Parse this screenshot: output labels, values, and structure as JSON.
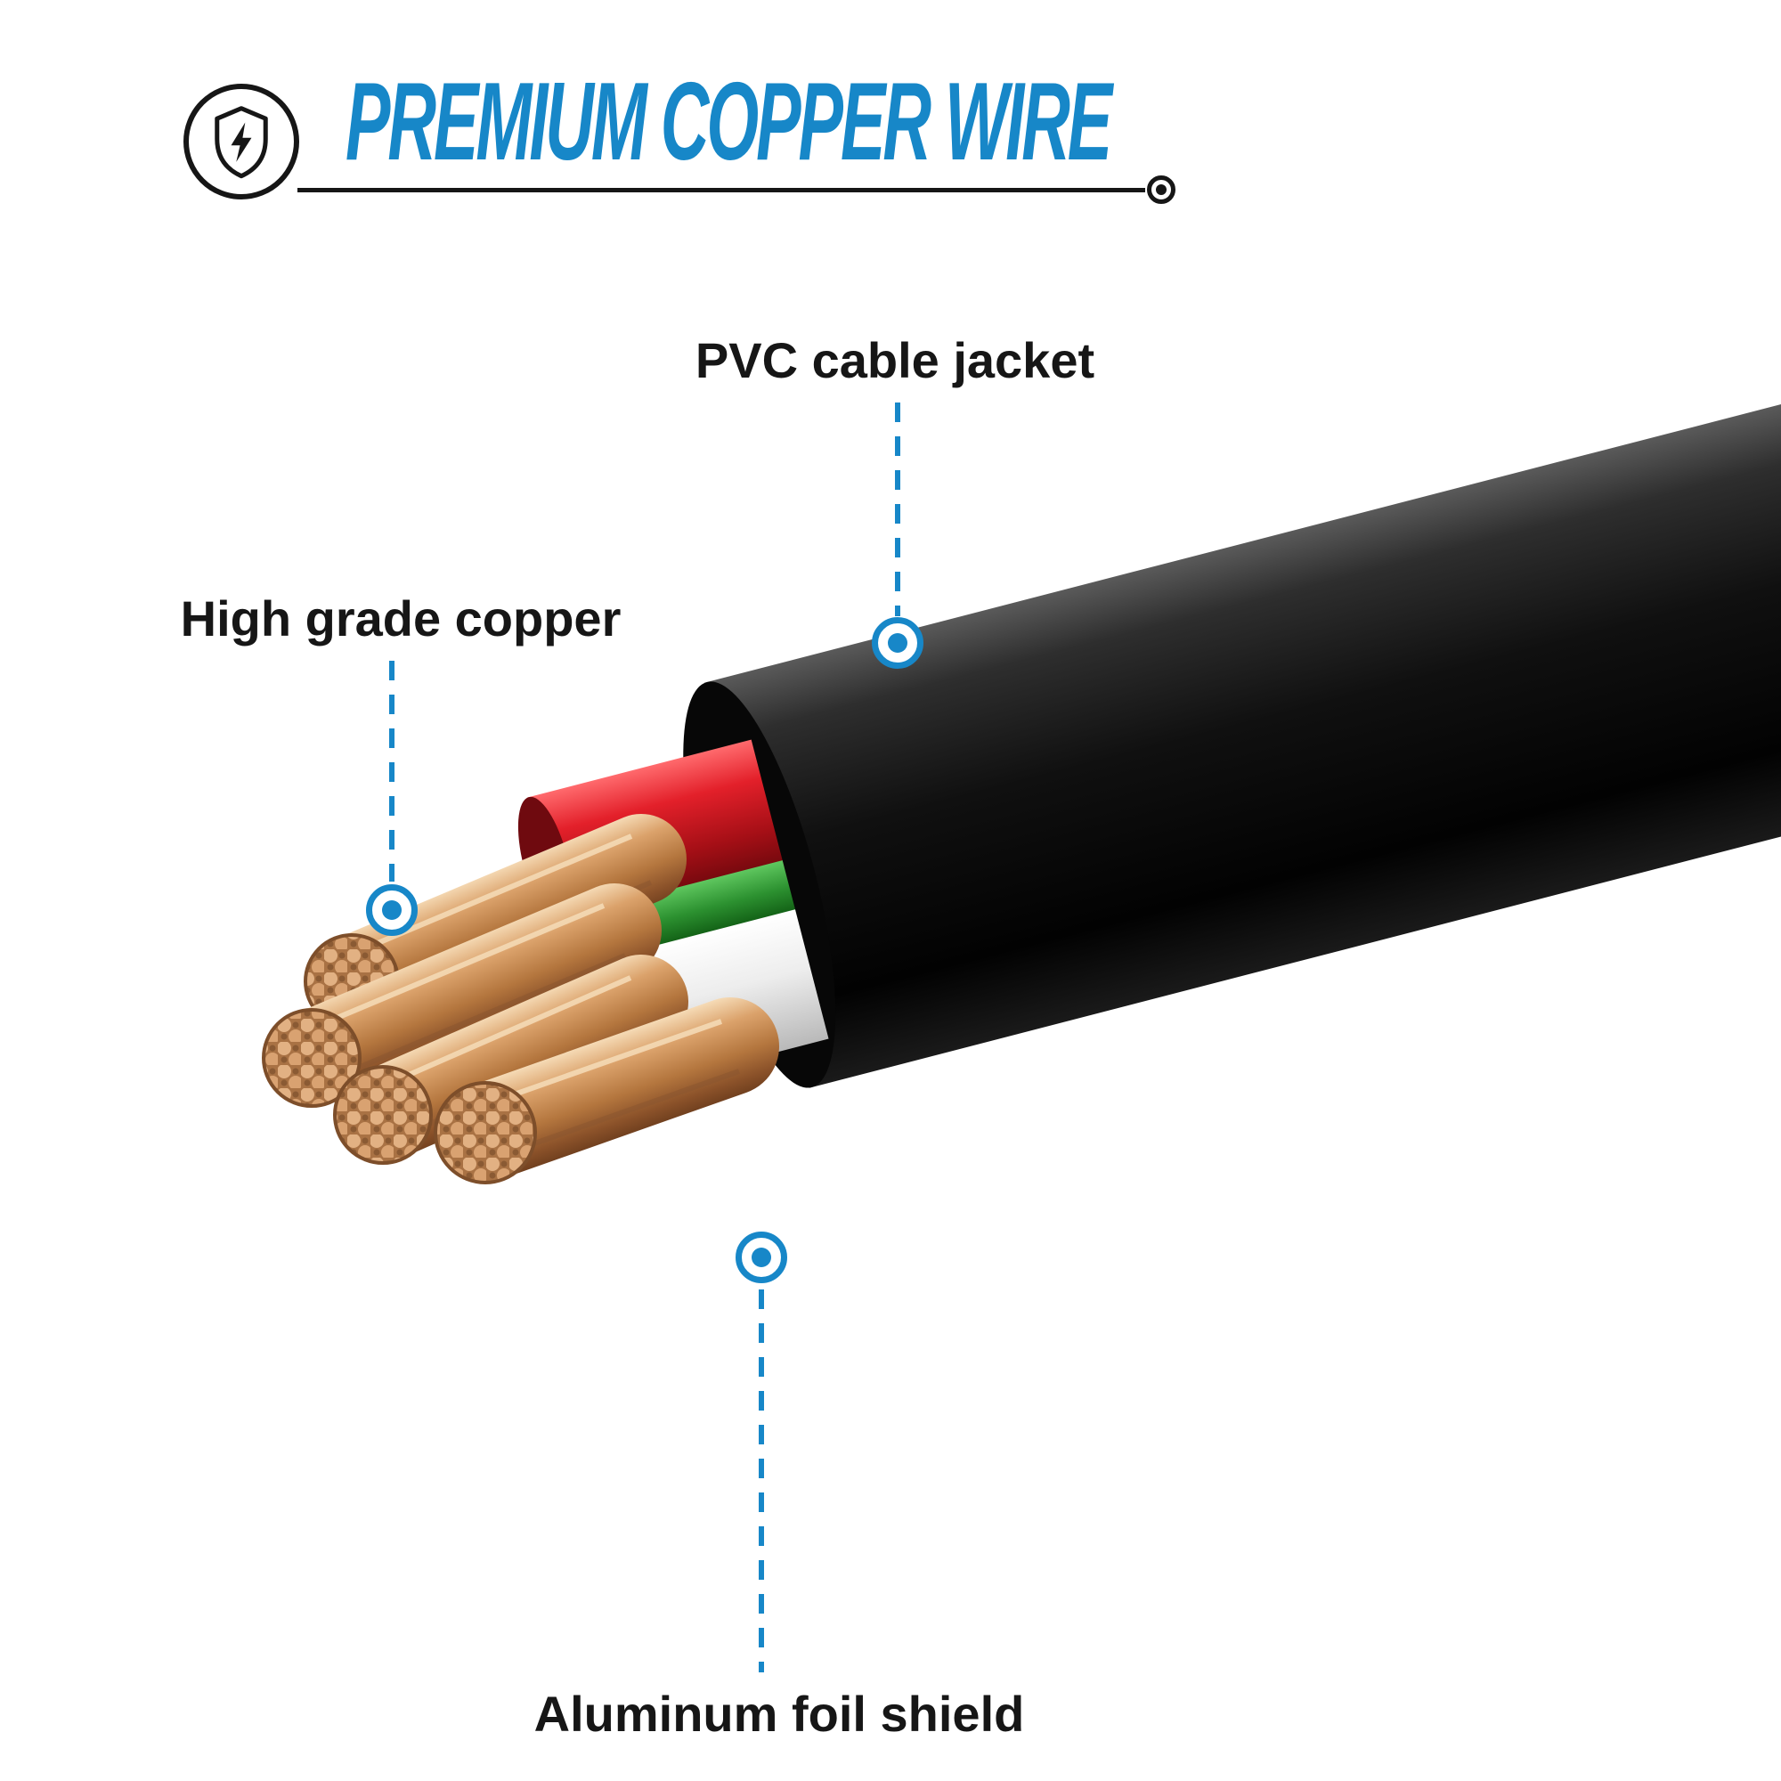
{
  "page": {
    "type": "product-infographic",
    "background": "#ffffff"
  },
  "header": {
    "title": "PREMIUM COPPER WIRE",
    "title_color": "#1787c8",
    "badge_icon": "shield-lightning-icon",
    "rule_end_icon": "ring-dot-icon"
  },
  "callouts": {
    "pvc": {
      "label": "PVC cable jacket"
    },
    "copper": {
      "label": "High grade copper"
    },
    "foil": {
      "label": "Aluminum foil shield"
    }
  },
  "illustration": {
    "subject": "cut-open cable cross-section",
    "parts": [
      "black PVC jacket",
      "red insulated wire",
      "green insulated wire",
      "white insulated wire",
      "stranded bare copper bundles"
    ]
  },
  "colors": {
    "accent_blue": "#1787c8",
    "text_black": "#161616",
    "jacket_black": "#0e0e0e",
    "copper": "#c68d5c",
    "wire_red": "#d9161f",
    "wire_white": "#f0f0f0",
    "wire_green": "#2f9e30"
  }
}
